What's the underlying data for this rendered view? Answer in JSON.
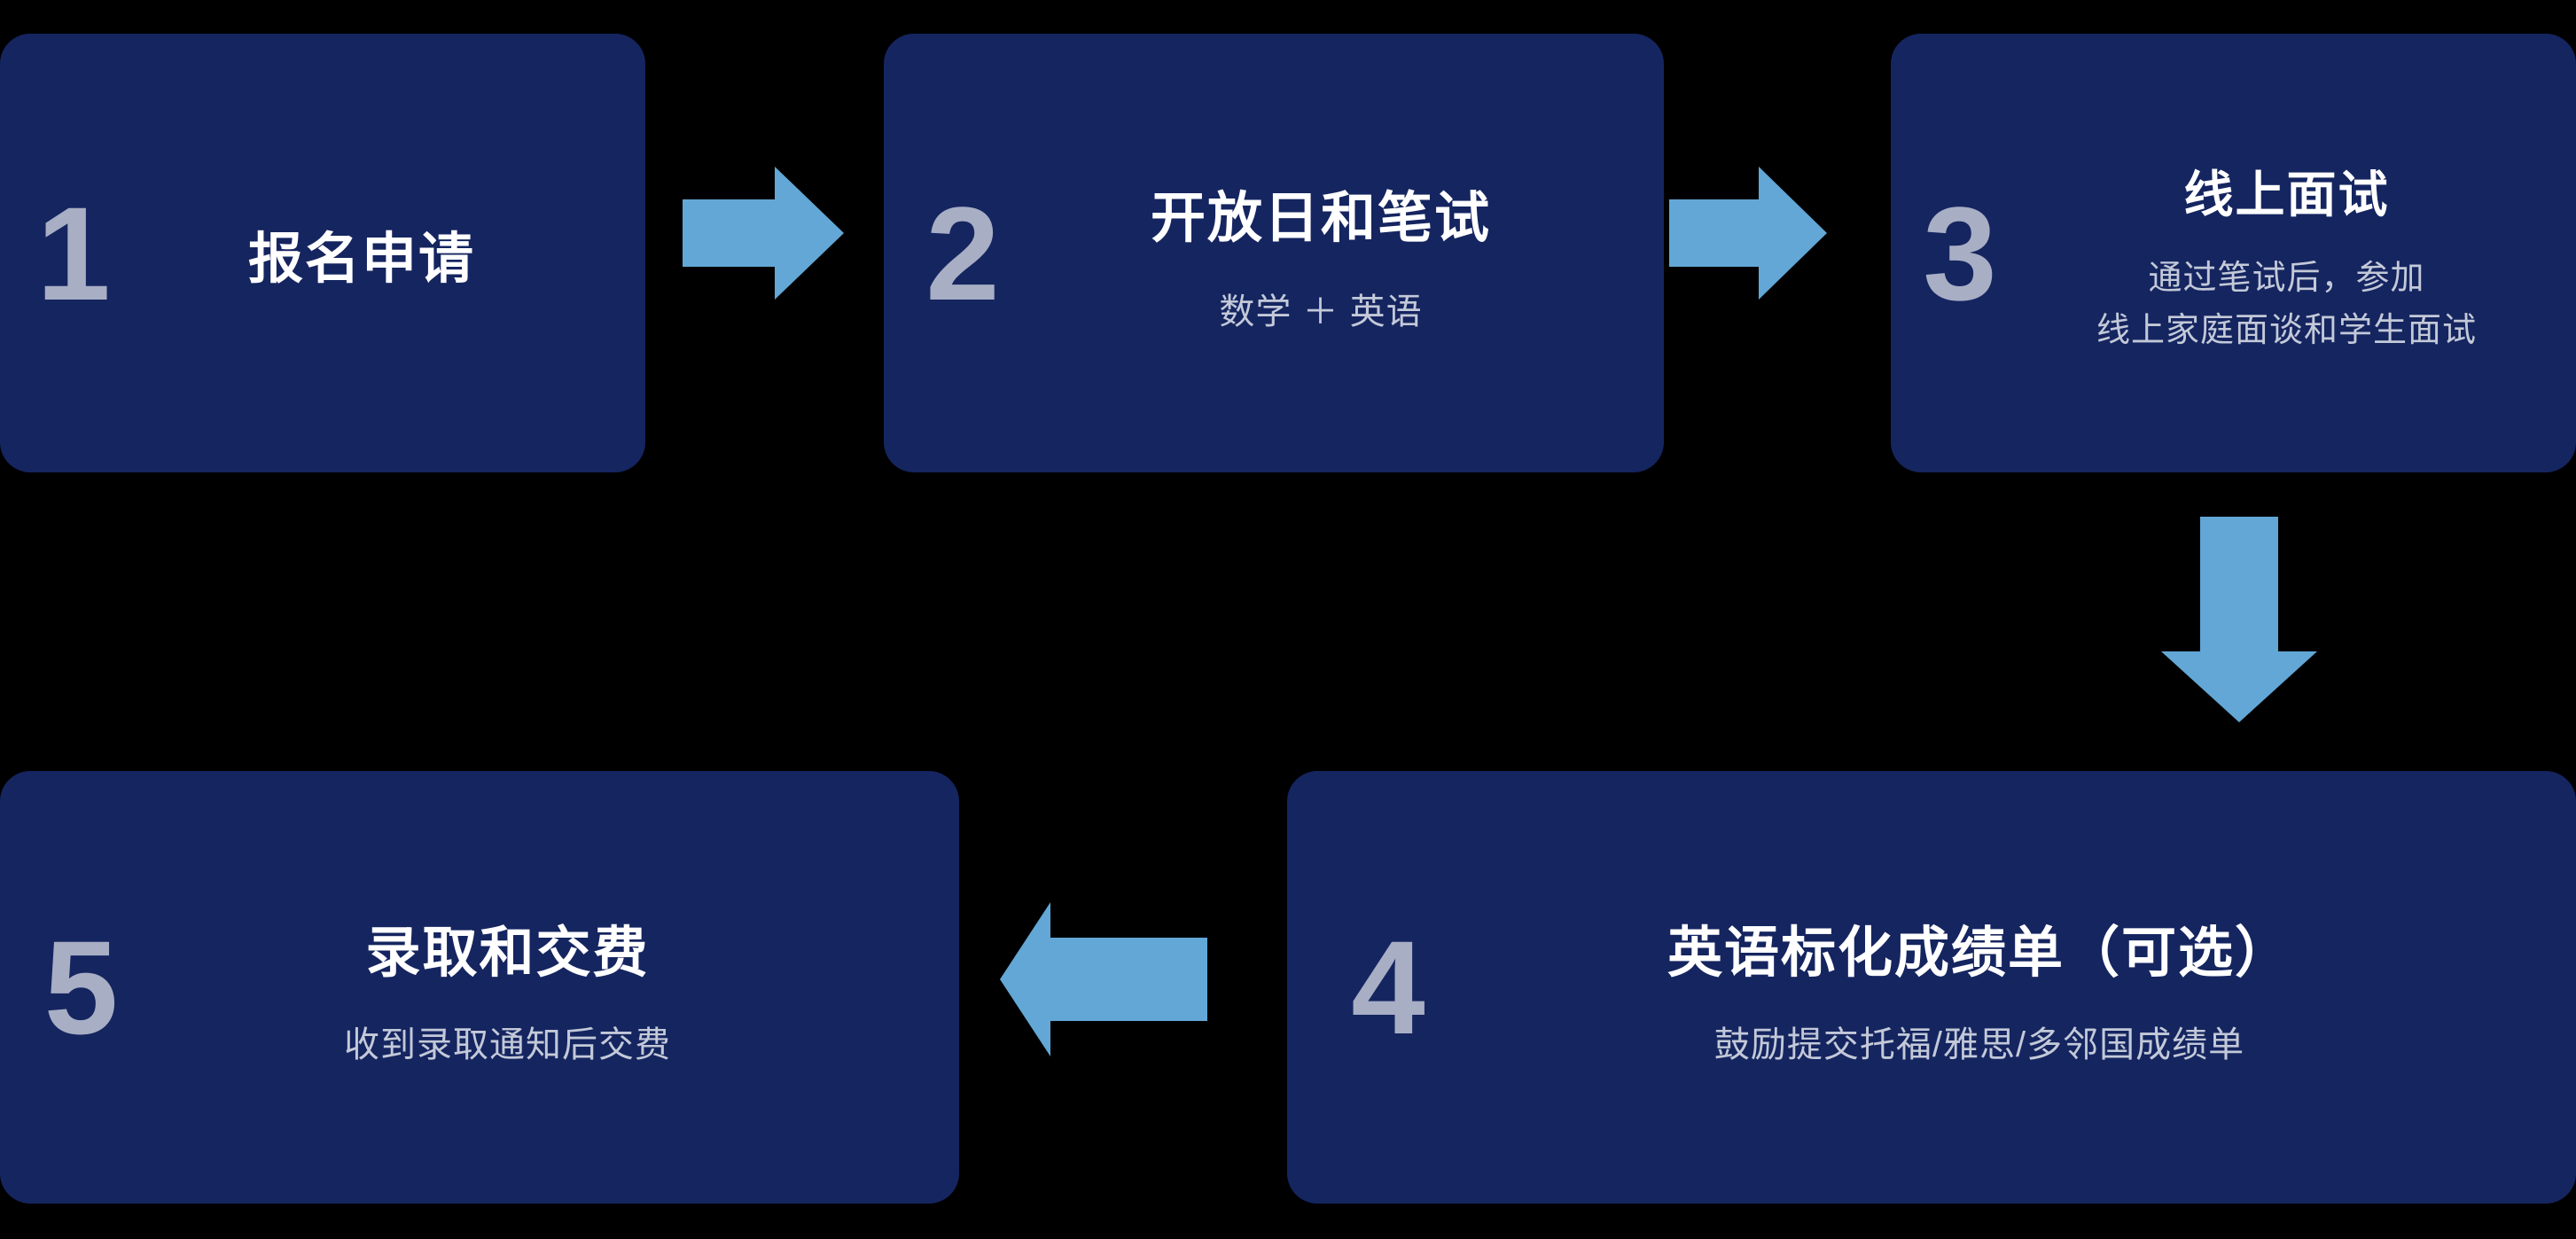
{
  "colors": {
    "background": "#000000",
    "card_fill": "#152560",
    "number": "#a8aec4",
    "title": "#ffffff",
    "subtitle": "#c3c9d8",
    "arrow": "#62a7d6"
  },
  "steps": [
    {
      "number": "1",
      "title": "报名申请",
      "subtitle_lines": []
    },
    {
      "number": "2",
      "title": "开放日和笔试",
      "subtitle_lines": [
        "数学 ＋ 英语"
      ]
    },
    {
      "number": "3",
      "title": "线上面试",
      "subtitle_lines": [
        "通过笔试后，参加",
        "线上家庭面谈和学生面试"
      ]
    },
    {
      "number": "4",
      "title": "英语标化成绩单（可选）",
      "subtitle_lines": [
        "鼓励提交托福/雅思/多邻国成绩单"
      ]
    },
    {
      "number": "5",
      "title": "录取和交费",
      "subtitle_lines": [
        "收到录取通知后交费"
      ]
    }
  ],
  "arrows": [
    {
      "name": "arrow-step1-to-step2",
      "direction": "right"
    },
    {
      "name": "arrow-step2-to-step3",
      "direction": "right"
    },
    {
      "name": "arrow-step3-to-step4",
      "direction": "down"
    },
    {
      "name": "arrow-step4-to-step5",
      "direction": "left"
    }
  ]
}
